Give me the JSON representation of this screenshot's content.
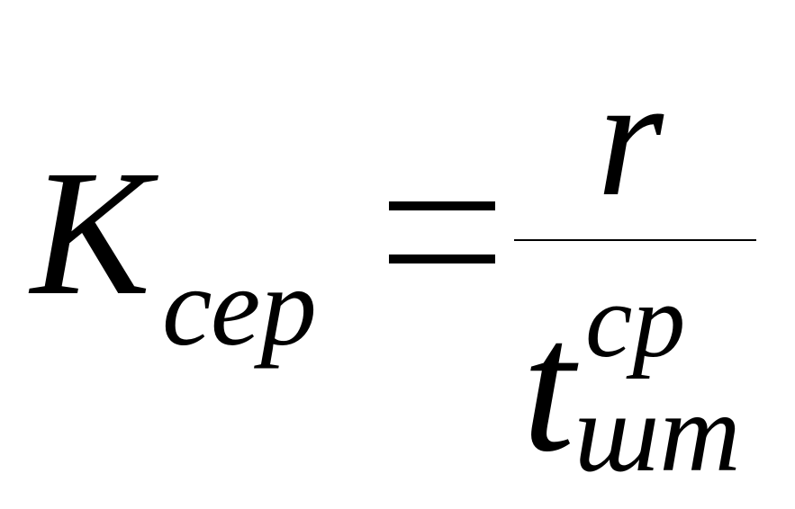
{
  "formula": {
    "lhs": {
      "symbol": "K",
      "subscript": "сер"
    },
    "operator": "=",
    "rhs": {
      "numerator": "r",
      "denominator": {
        "symbol": "t",
        "superscript": "ср",
        "subscript": "шт"
      }
    }
  }
}
